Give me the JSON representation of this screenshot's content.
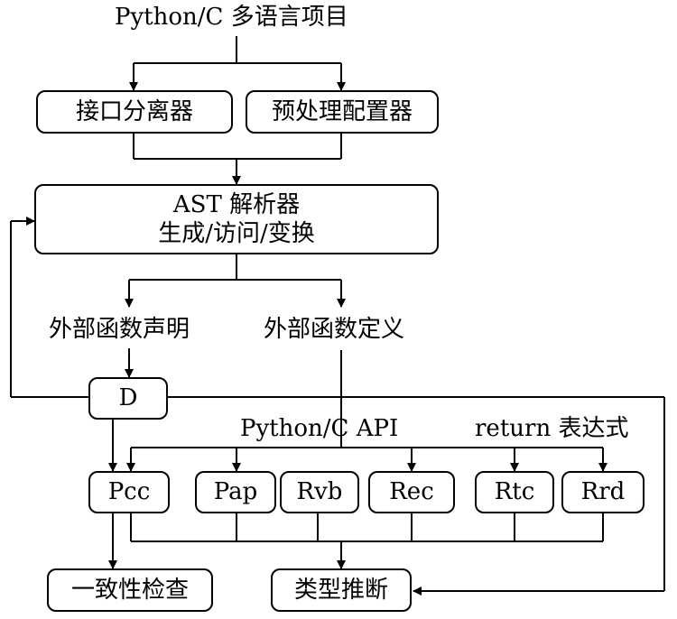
{
  "project_label": "Python/C 多语言项目",
  "interface_separator": "接口分离器",
  "preprocess_config": "预处理配置器",
  "ast_parser": {
    "line1": "AST 解析器",
    "line2": "生成/访问/变换"
  },
  "extern_decl": "外部函数声明",
  "extern_def": "外部函数定义",
  "d_node": "D",
  "api_label": "Python/C API",
  "return_label": "return 表达式",
  "pcc": "Pcc",
  "pap": "Pap",
  "rvb": "Rvb",
  "rec": "Rec",
  "rtc": "Rtc",
  "rrd": "Rrd",
  "consistency_check": "一致性检查",
  "type_inference": "类型推断"
}
